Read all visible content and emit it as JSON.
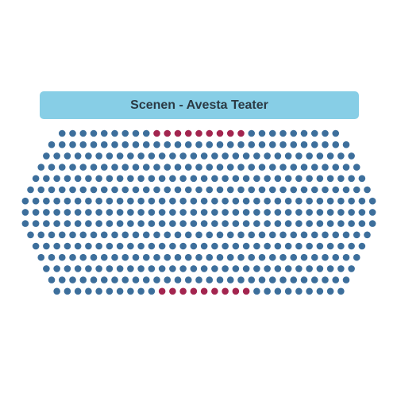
{
  "stage": {
    "label": "Scenen - Avesta Teater",
    "color": "#87CEE6"
  },
  "colors": {
    "available": "#3D6F9C",
    "highlighted": "#A3254F"
  },
  "seat_rows": [
    {
      "row": 1,
      "seats": 27,
      "highlighted": [
        9,
        10,
        11,
        12,
        13,
        14,
        15,
        16,
        17
      ]
    },
    {
      "row": 2,
      "seats": 29,
      "highlighted": []
    },
    {
      "row": 3,
      "seats": 30,
      "highlighted": []
    },
    {
      "row": 4,
      "seats": 31,
      "highlighted": []
    },
    {
      "row": 5,
      "seats": 32,
      "highlighted": []
    },
    {
      "row": 6,
      "seats": 33,
      "highlighted": []
    },
    {
      "row": 7,
      "seats": 34,
      "highlighted": []
    },
    {
      "row": 8,
      "seats": 34,
      "highlighted": []
    },
    {
      "row": 9,
      "seats": 34,
      "highlighted": []
    },
    {
      "row": 10,
      "seats": 33,
      "highlighted": []
    },
    {
      "row": 11,
      "seats": 32,
      "highlighted": []
    },
    {
      "row": 12,
      "seats": 31,
      "highlighted": []
    },
    {
      "row": 13,
      "seats": 30,
      "highlighted": []
    },
    {
      "row": 14,
      "seats": 29,
      "highlighted": []
    },
    {
      "row": 15,
      "seats": 28,
      "highlighted": [
        10,
        11,
        12,
        13,
        14,
        15,
        16,
        17,
        18
      ]
    }
  ]
}
